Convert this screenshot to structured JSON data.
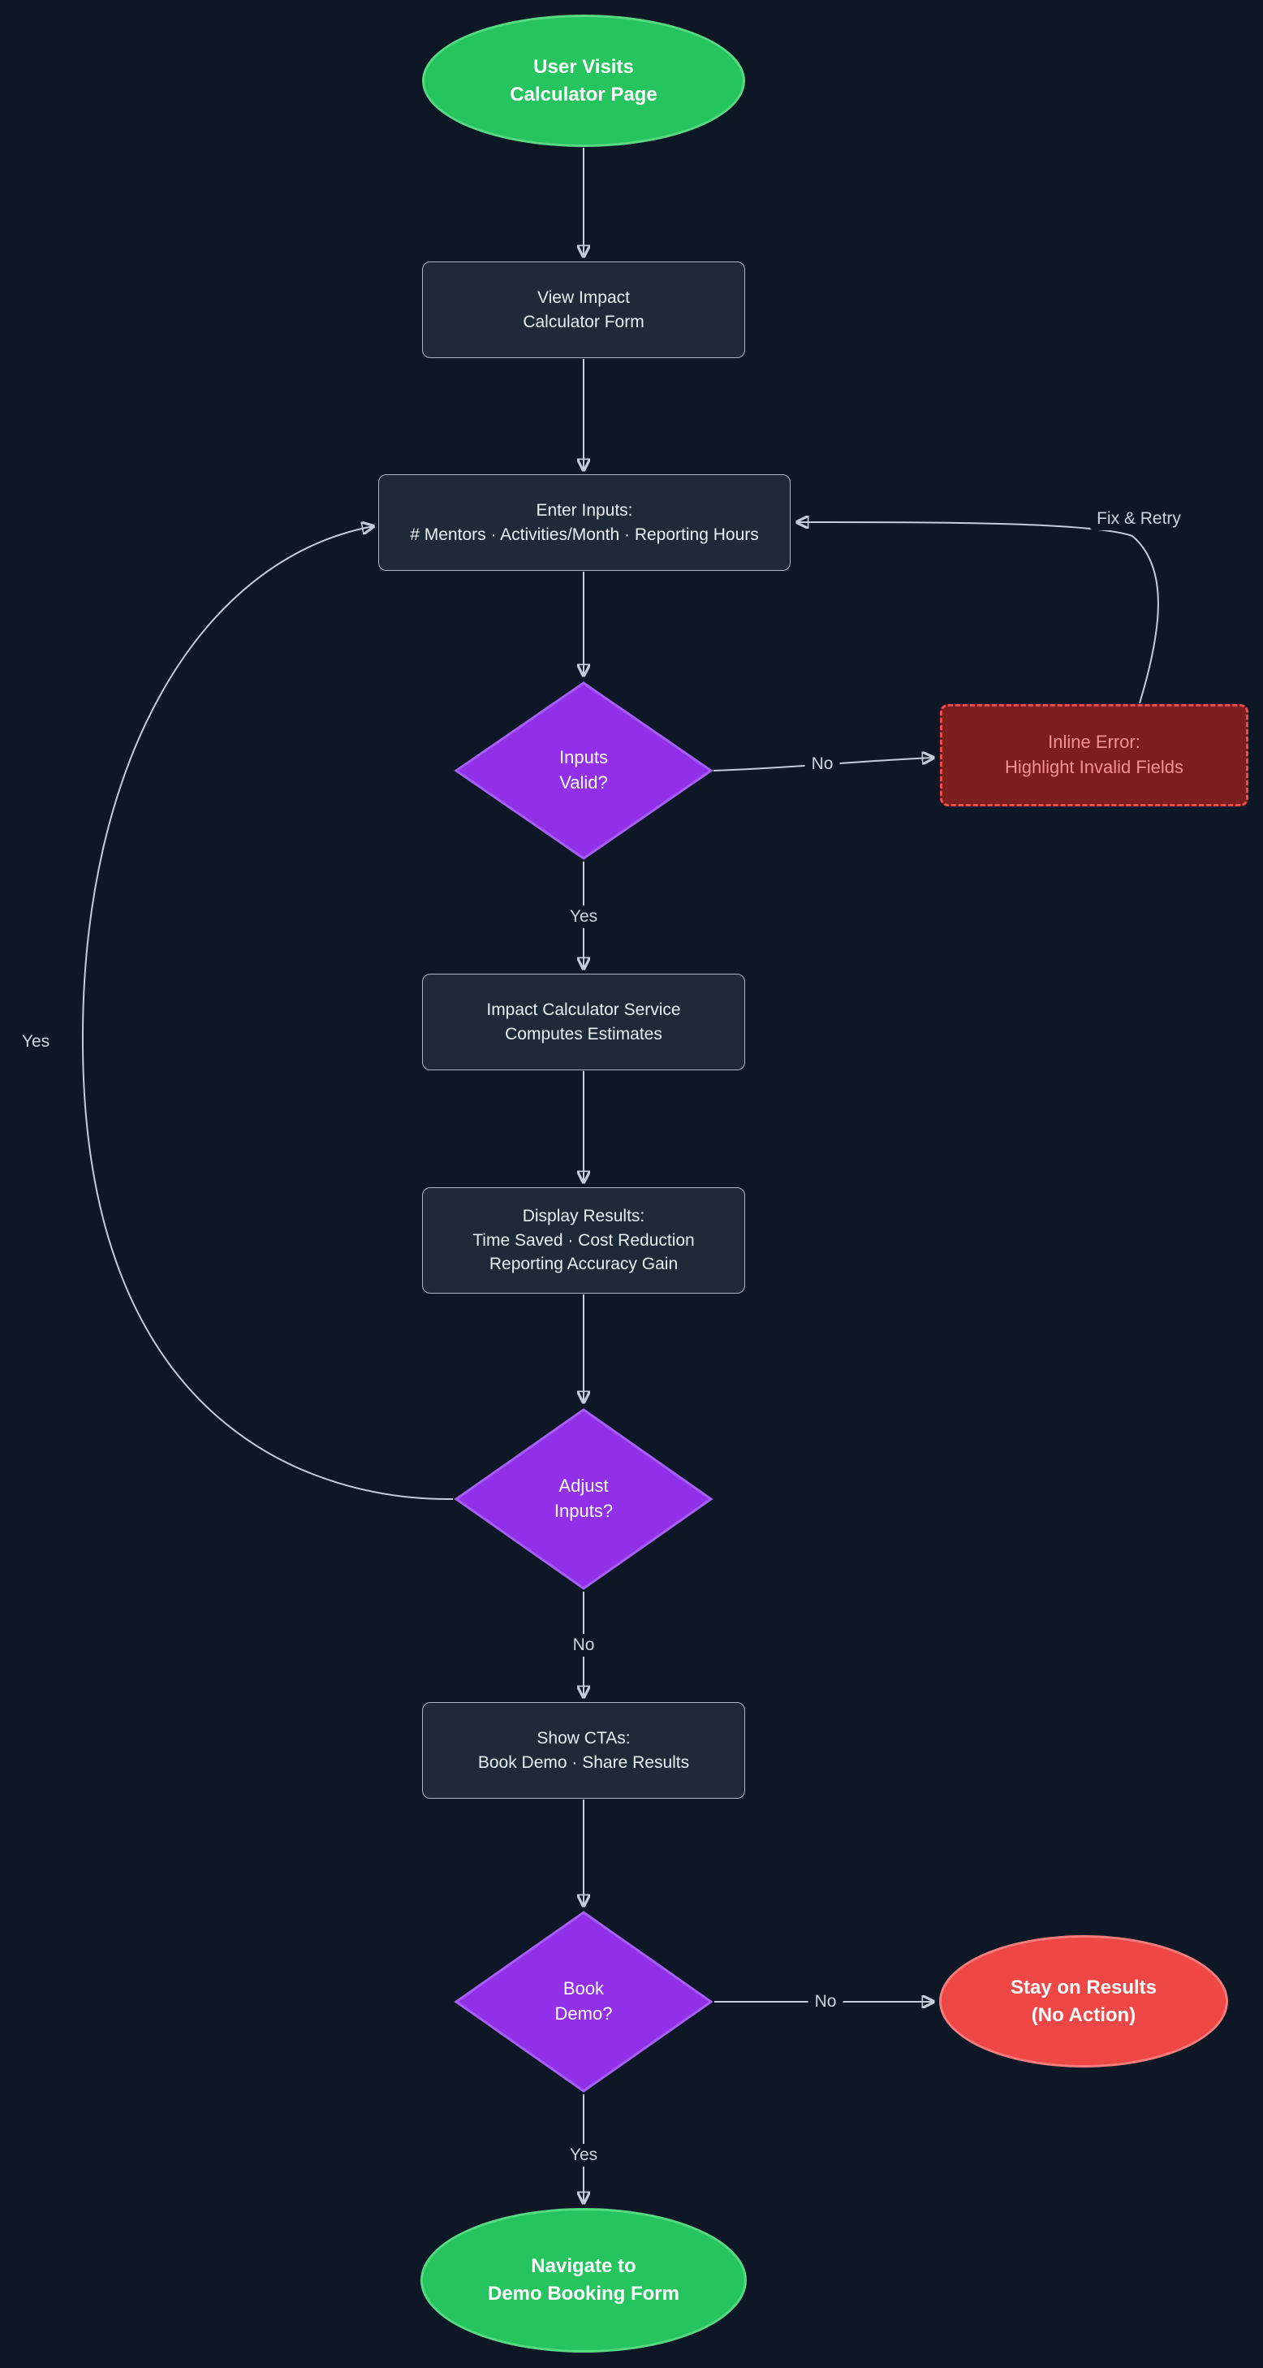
{
  "diagram": {
    "type": "flowchart",
    "nodes": {
      "start": {
        "label": "User Visits\nCalculator Page",
        "shape": "ellipse"
      },
      "view_form": {
        "label": "View Impact\nCalculator Form",
        "shape": "rect"
      },
      "enter_inputs": {
        "label": "Enter Inputs:\n# Mentors · Activities/Month · Reporting Hours",
        "shape": "rect"
      },
      "inputs_valid": {
        "label": "Inputs\nValid?",
        "shape": "diamond"
      },
      "inline_error": {
        "label": "Inline Error:\nHighlight Invalid Fields",
        "shape": "rect-dashed"
      },
      "compute_estimates": {
        "label": "Impact Calculator Service\nComputes Estimates",
        "shape": "rect"
      },
      "display_results": {
        "label": "Display Results:\nTime Saved · Cost Reduction\nReporting Accuracy Gain",
        "shape": "rect"
      },
      "adjust_inputs": {
        "label": "Adjust\nInputs?",
        "shape": "diamond"
      },
      "show_ctas": {
        "label": "Show CTAs:\nBook Demo · Share Results",
        "shape": "rect"
      },
      "book_demo": {
        "label": "Book\nDemo?",
        "shape": "diamond"
      },
      "stay_results": {
        "label": "Stay on Results\n(No Action)",
        "shape": "ellipse"
      },
      "navigate_booking": {
        "label": "Navigate to\nDemo Booking Form",
        "shape": "ellipse"
      }
    },
    "edge_labels": {
      "inputs_valid_no": "No",
      "fix_retry": "Fix & Retry",
      "inputs_valid_yes": "Yes",
      "adjust_yes": "Yes",
      "adjust_no": "No",
      "book_no": "No",
      "book_yes": "Yes"
    },
    "colors": {
      "background": "#0e1726",
      "process_fill": "#1e2a38",
      "process_border": "#a9b7c6",
      "process_text": "#e9eef3",
      "decision_fill": "#9130e8",
      "decision_border": "#a55ff2",
      "decision_text": "#ffffff",
      "terminal_green_fill": "#26c45f",
      "terminal_green_border": "#57da82",
      "terminal_red_fill": "#ee4746",
      "terminal_red_border": "#f57d7c",
      "terminal_text": "#ffffff",
      "error_fill": "#7c1e1e",
      "error_border": "#e84c4c",
      "error_text": "#f2928e",
      "edge_color": "#c3cdd9",
      "edge_label_text": "#ccd6e0"
    }
  }
}
